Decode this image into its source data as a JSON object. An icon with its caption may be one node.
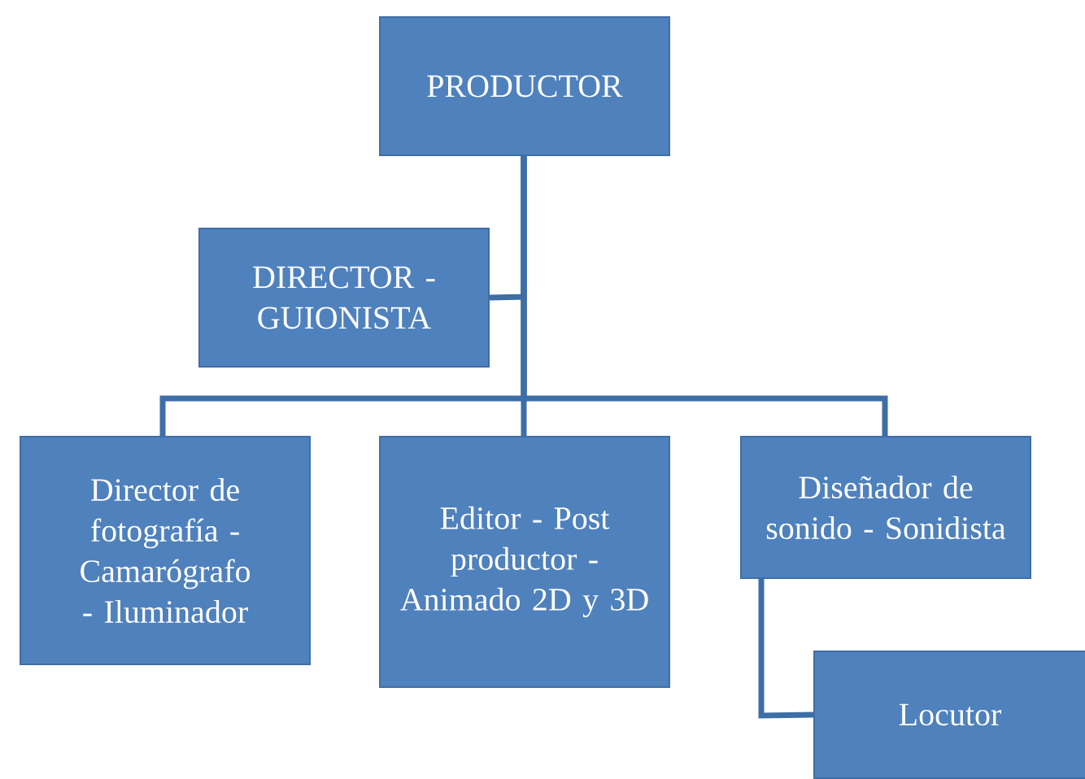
{
  "diagram": {
    "nodes": [
      {
        "text": [
          "PRODUCTOR"
        ]
      },
      {
        "text": [
          "DIRECTOR - GUIONISTA"
        ]
      },
      {
        "text": [
          "Director de fotografía - Camarógrafo - Iluminador"
        ]
      },
      {
        "text": [
          "Editor - Post productor - Animado 2D y 3D"
        ]
      },
      {
        "text": [
          "Diseñador de sonido - Sonidista"
        ]
      },
      {
        "text": [
          "Locutor"
        ]
      }
    ],
    "edges": [
      {
        "from": 0,
        "to": 1,
        "arrow": "none"
      },
      {
        "from": 0,
        "to": 2,
        "arrow": "none"
      },
      {
        "from": 0,
        "to": 3,
        "arrow": "none"
      },
      {
        "from": 0,
        "to": 4,
        "arrow": "none"
      },
      {
        "from": 4,
        "to": 5,
        "arrow": "none"
      }
    ]
  }
}
